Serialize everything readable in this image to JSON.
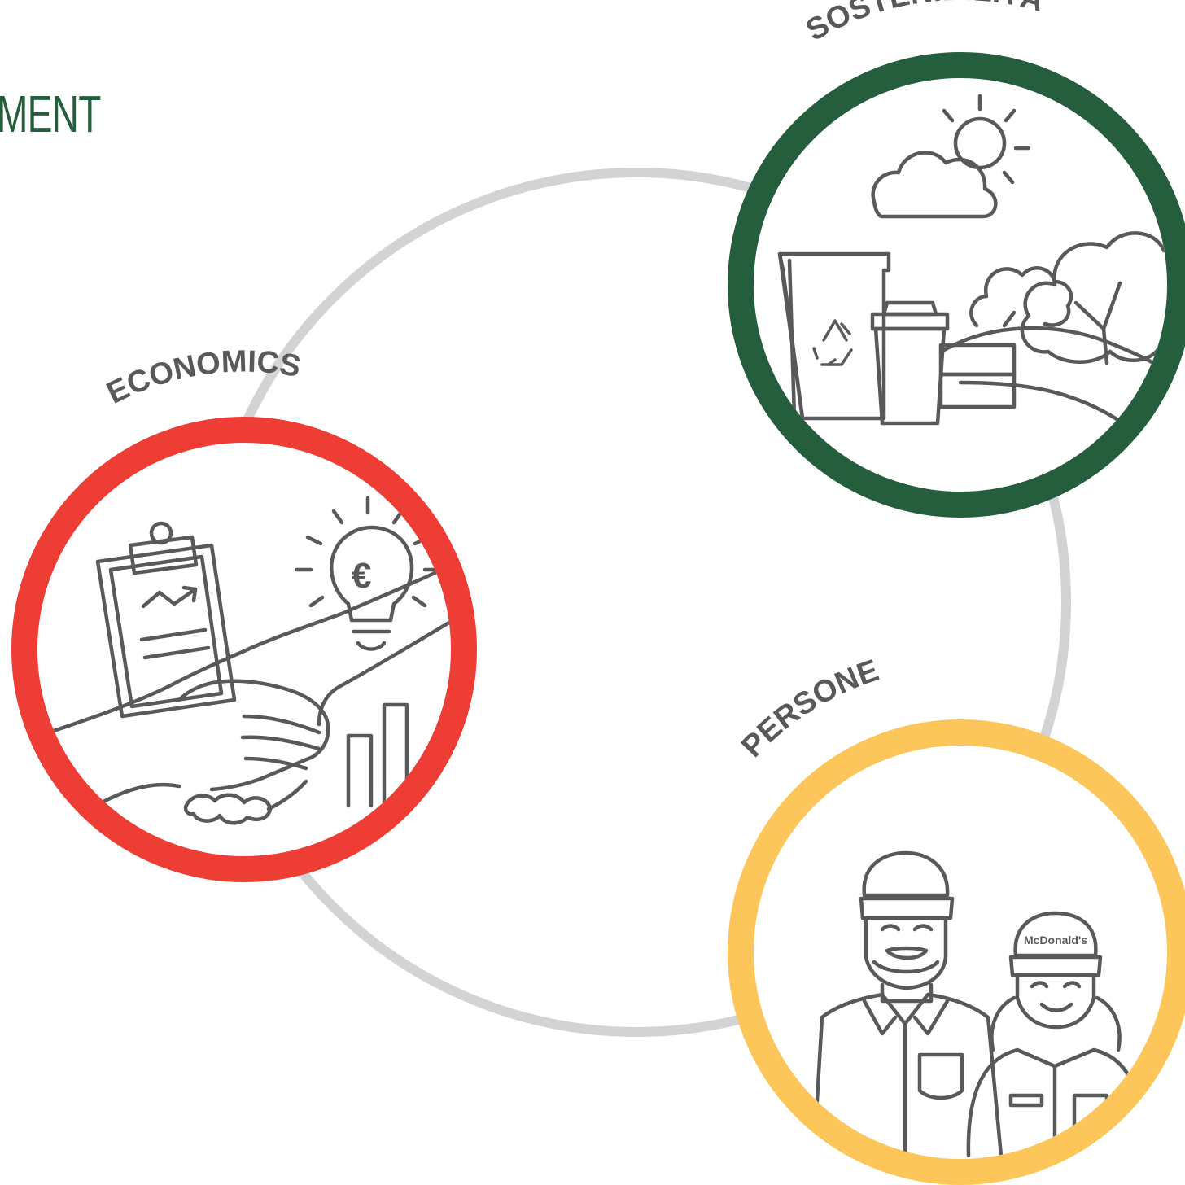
{
  "header": {
    "title_fragment": "MENT"
  },
  "topics": [
    {
      "id": "economics",
      "label": "ECONOMICS",
      "color": "#ed3d35",
      "icon": "handshake-icon"
    },
    {
      "id": "sostenibilita",
      "label": "SOSTENIBILITÀ",
      "color": "#245e3c",
      "icon": "eco-packaging-icon"
    },
    {
      "id": "persone",
      "label": "PERSONE",
      "color": "#fdc65a",
      "icon": "crew-members-icon"
    }
  ],
  "illustration_text": {
    "cap_logo": "McDonald's",
    "euro_symbol": "€"
  },
  "colors": {
    "title": "#245e3c",
    "connector_ring": "#d2d3d5",
    "line_art": "#58595b"
  }
}
